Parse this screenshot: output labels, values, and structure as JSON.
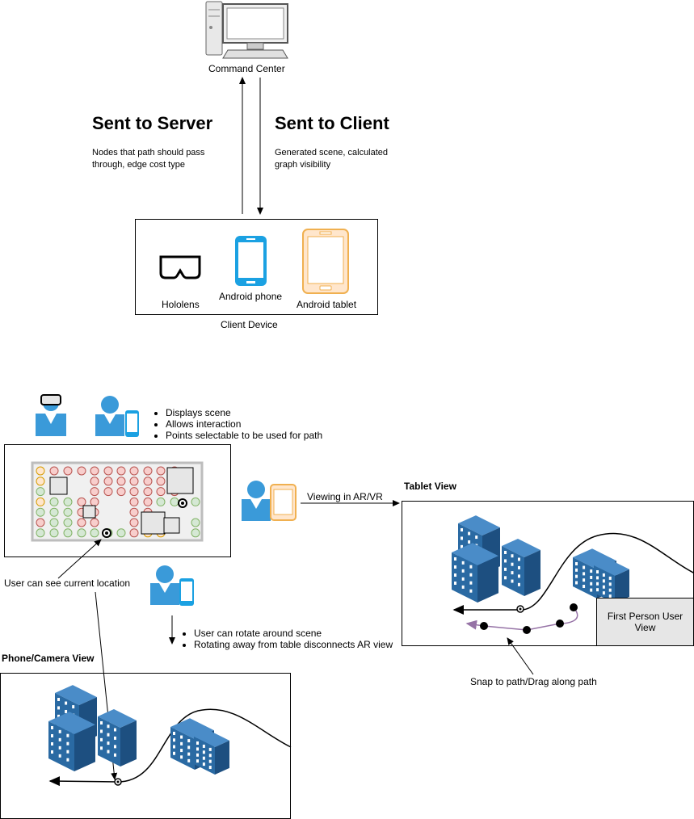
{
  "top": {
    "command_center": "Command Center",
    "sent_to_server": {
      "title": "Sent to Server",
      "desc": "Nodes that path should pass through, edge cost type"
    },
    "sent_to_client": {
      "title": "Sent to Client",
      "desc": "Generated scene, calculated graph visibility"
    },
    "client_device": {
      "caption": "Client Device",
      "devices": [
        "Hololens",
        "Android phone",
        "Android tablet"
      ]
    }
  },
  "scene": {
    "bullets": [
      "Displays scene",
      "Allows interaction",
      "Points selectable to be used for path"
    ],
    "current_location_note": "User can see current location",
    "viewing_label": "Viewing in AR/VR",
    "rotate_bullets": [
      "User can rotate around scene",
      "Rotating away from table disconnects AR view"
    ]
  },
  "tablet_view": {
    "title": "Tablet View",
    "first_person": "First Person User View",
    "snap_note": "Snap to path/Drag along path"
  },
  "phone_view": {
    "title": "Phone/Camera View"
  },
  "colors": {
    "node_red": "#f8cecc",
    "node_red_stroke": "#b85450",
    "node_green": "#d5e8d4",
    "node_green_stroke": "#82b366",
    "node_orange": "#ffe6cc",
    "node_orange_stroke": "#d79b00",
    "device_blue": "#1ba1e2",
    "tablet_orange": "#ffcc66",
    "person_blue": "#3a9ad9",
    "building_blue": "#2a6aa3",
    "path_purple": "#9673a6"
  },
  "icons": [
    "desktop-computer-icon",
    "vr-headset-icon",
    "phone-icon",
    "tablet-icon",
    "user-icon",
    "building-icon"
  ]
}
